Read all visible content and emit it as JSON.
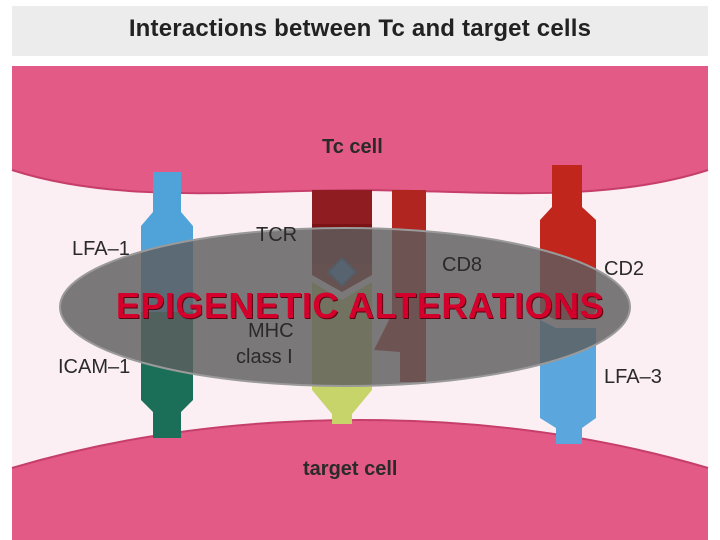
{
  "title": "Interactions between Tc and target cells",
  "cells": {
    "top": "Tc cell",
    "bottom": "target cell"
  },
  "labels": {
    "lfa1": "LFA–1",
    "icam1": "ICAM–1",
    "tcr": "TCR",
    "mhc": "MHC",
    "class1": "class I",
    "cd8": "CD8",
    "cd2": "CD2",
    "lfa3": "LFA–3"
  },
  "overlay": "EPIGENETIC ALTERATIONS",
  "colors": {
    "cell_membrane": "#e45a86",
    "lfa1": "#4fa3d8",
    "icam1": "#1b6e58",
    "tcr": "#8e1c20",
    "mhc": "#c6d46a",
    "antigen": "#3d78c0",
    "cd8": "#b0251f",
    "cd2": "#c0261c",
    "lfa3": "#5aa6dd",
    "overlay_fill": "#5e5e5e",
    "overlay_text": "#d4002b"
  }
}
